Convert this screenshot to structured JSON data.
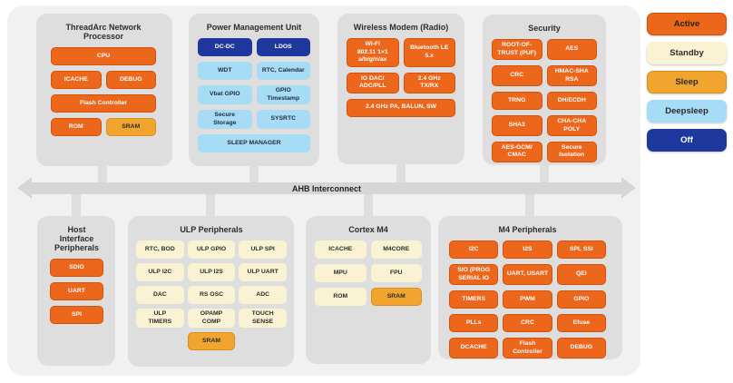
{
  "bus": {
    "label": "AHB Interconnect"
  },
  "legend": {
    "items": [
      {
        "label": "Active",
        "state": "active"
      },
      {
        "label": "Standby",
        "state": "standby"
      },
      {
        "label": "Sleep",
        "state": "sleep"
      },
      {
        "label": "Deepsleep",
        "state": "deepsleep"
      },
      {
        "label": "Off",
        "state": "off"
      }
    ]
  },
  "colors": {
    "active": "#ec661c",
    "standby": "#faf3d3",
    "sleep": "#f1a42e",
    "deepsleep": "#a6dcf5",
    "off": "#1f389e",
    "panel": "#f1f1f2",
    "container": "#dededf",
    "bus": "#d6d6d7"
  },
  "containers": [
    {
      "key": "threadarc",
      "title": "ThreadArc Network\nProcessor",
      "cols": 2,
      "blocks": [
        {
          "label": "CPU",
          "state": "active",
          "span": 2
        },
        {
          "label": "ICACHE",
          "state": "active"
        },
        {
          "label": "DEBUG",
          "state": "active"
        },
        {
          "label": "Flash Controller",
          "state": "active",
          "span": 2
        },
        {
          "label": "ROM",
          "state": "active"
        },
        {
          "label": "SRAM",
          "state": "sleep"
        }
      ]
    },
    {
      "key": "pmu",
      "title": "Power Management Unit",
      "cols": 2,
      "blocks": [
        {
          "label": "DC-DC",
          "state": "off"
        },
        {
          "label": "LDOS",
          "state": "off"
        },
        {
          "label": "WDT",
          "state": "deepsleep"
        },
        {
          "label": "RTC, Calendar",
          "state": "deepsleep"
        },
        {
          "label": "Vbat GPIO",
          "state": "deepsleep"
        },
        {
          "label": "GPIO\nTimestamp",
          "state": "deepsleep"
        },
        {
          "label": "Secure\nStorage",
          "state": "deepsleep"
        },
        {
          "label": "SYSRTC",
          "state": "deepsleep"
        },
        {
          "label": "SLEEP MANAGER",
          "state": "deepsleep",
          "span": 2
        }
      ]
    },
    {
      "key": "wireless",
      "title": "Wireless Modem (Radio)",
      "cols": 2,
      "blocks": [
        {
          "label": "Wi-Fi\n802.11 1×1\na/b/g/n/ax",
          "state": "active"
        },
        {
          "label": "Bluetooth LE\n5.x",
          "state": "active"
        },
        {
          "label": "IO DAC/\nADC/PLL",
          "state": "active"
        },
        {
          "label": "2.4 GHz\nTX/RX",
          "state": "active"
        },
        {
          "label": "2.4 GHz PA, BALUN, SW",
          "state": "active",
          "span": 2
        }
      ]
    },
    {
      "key": "security",
      "title": "Security",
      "cols": 2,
      "blocks": [
        {
          "label": "ROOT-OF-\nTRUST (PUF)",
          "state": "active"
        },
        {
          "label": "AES",
          "state": "active"
        },
        {
          "label": "CRC",
          "state": "active"
        },
        {
          "label": "HMAC-SHA\nRSA",
          "state": "active"
        },
        {
          "label": "TRNG",
          "state": "active"
        },
        {
          "label": "DH/ECDH",
          "state": "active"
        },
        {
          "label": "SHA3",
          "state": "active"
        },
        {
          "label": "CHA-CHA\nPOLY",
          "state": "active"
        },
        {
          "label": "AES-GCM/\nCMAC",
          "state": "active"
        },
        {
          "label": "Secure\nIsolation",
          "state": "active"
        }
      ]
    },
    {
      "key": "hostif",
      "title": "Host Interface\nPeripherals",
      "cols": 1,
      "blocks": [
        {
          "label": "SDIO",
          "state": "active"
        },
        {
          "label": "UART",
          "state": "active"
        },
        {
          "label": "SPI",
          "state": "active"
        }
      ]
    },
    {
      "key": "ulp",
      "title": "ULP Peripherals",
      "cols": 3,
      "blocks": [
        {
          "label": "RTC, BOD",
          "state": "standby"
        },
        {
          "label": "ULP GPIO",
          "state": "standby"
        },
        {
          "label": "ULP SPI",
          "state": "standby"
        },
        {
          "label": "ULP I2C",
          "state": "standby"
        },
        {
          "label": "ULP I2S",
          "state": "standby"
        },
        {
          "label": "ULP UART",
          "state": "standby"
        },
        {
          "label": "DAC",
          "state": "standby"
        },
        {
          "label": "RS OSC",
          "state": "standby"
        },
        {
          "label": "ADC",
          "state": "standby"
        },
        {
          "label": "ULP\nTIMERS",
          "state": "standby"
        },
        {
          "label": "OPAMP\nCOMP",
          "state": "standby"
        },
        {
          "label": "TOUCH\nSENSE",
          "state": "standby"
        },
        {
          "label": "SRAM",
          "state": "sleep",
          "col": 2
        }
      ]
    },
    {
      "key": "cortexm4",
      "title": "Cortex M4",
      "cols": 2,
      "blocks": [
        {
          "label": "ICACHE",
          "state": "standby"
        },
        {
          "label": "M4CORE",
          "state": "standby"
        },
        {
          "label": "MPU",
          "state": "standby"
        },
        {
          "label": "FPU",
          "state": "standby"
        },
        {
          "label": "ROM",
          "state": "standby"
        },
        {
          "label": "SRAM",
          "state": "sleep"
        }
      ]
    },
    {
      "key": "m4periph",
      "title": "M4 Peripherals",
      "cols": 3,
      "blocks": [
        {
          "label": "I2C",
          "state": "active"
        },
        {
          "label": "I2S",
          "state": "active"
        },
        {
          "label": "SPI, SSI",
          "state": "active"
        },
        {
          "label": "SIO (PROG\nSERIAL IO",
          "state": "active"
        },
        {
          "label": "UART, USART",
          "state": "active"
        },
        {
          "label": "QEI",
          "state": "active"
        },
        {
          "label": "TIMERS",
          "state": "active"
        },
        {
          "label": "PWM",
          "state": "active"
        },
        {
          "label": "GPIO",
          "state": "active"
        },
        {
          "label": "PLLs",
          "state": "active"
        },
        {
          "label": "CRC",
          "state": "active"
        },
        {
          "label": "Efuse",
          "state": "active"
        },
        {
          "label": "DCACHE",
          "state": "active"
        },
        {
          "label": "Flash\nController",
          "state": "active"
        },
        {
          "label": "DEBUG",
          "state": "active"
        }
      ]
    }
  ]
}
